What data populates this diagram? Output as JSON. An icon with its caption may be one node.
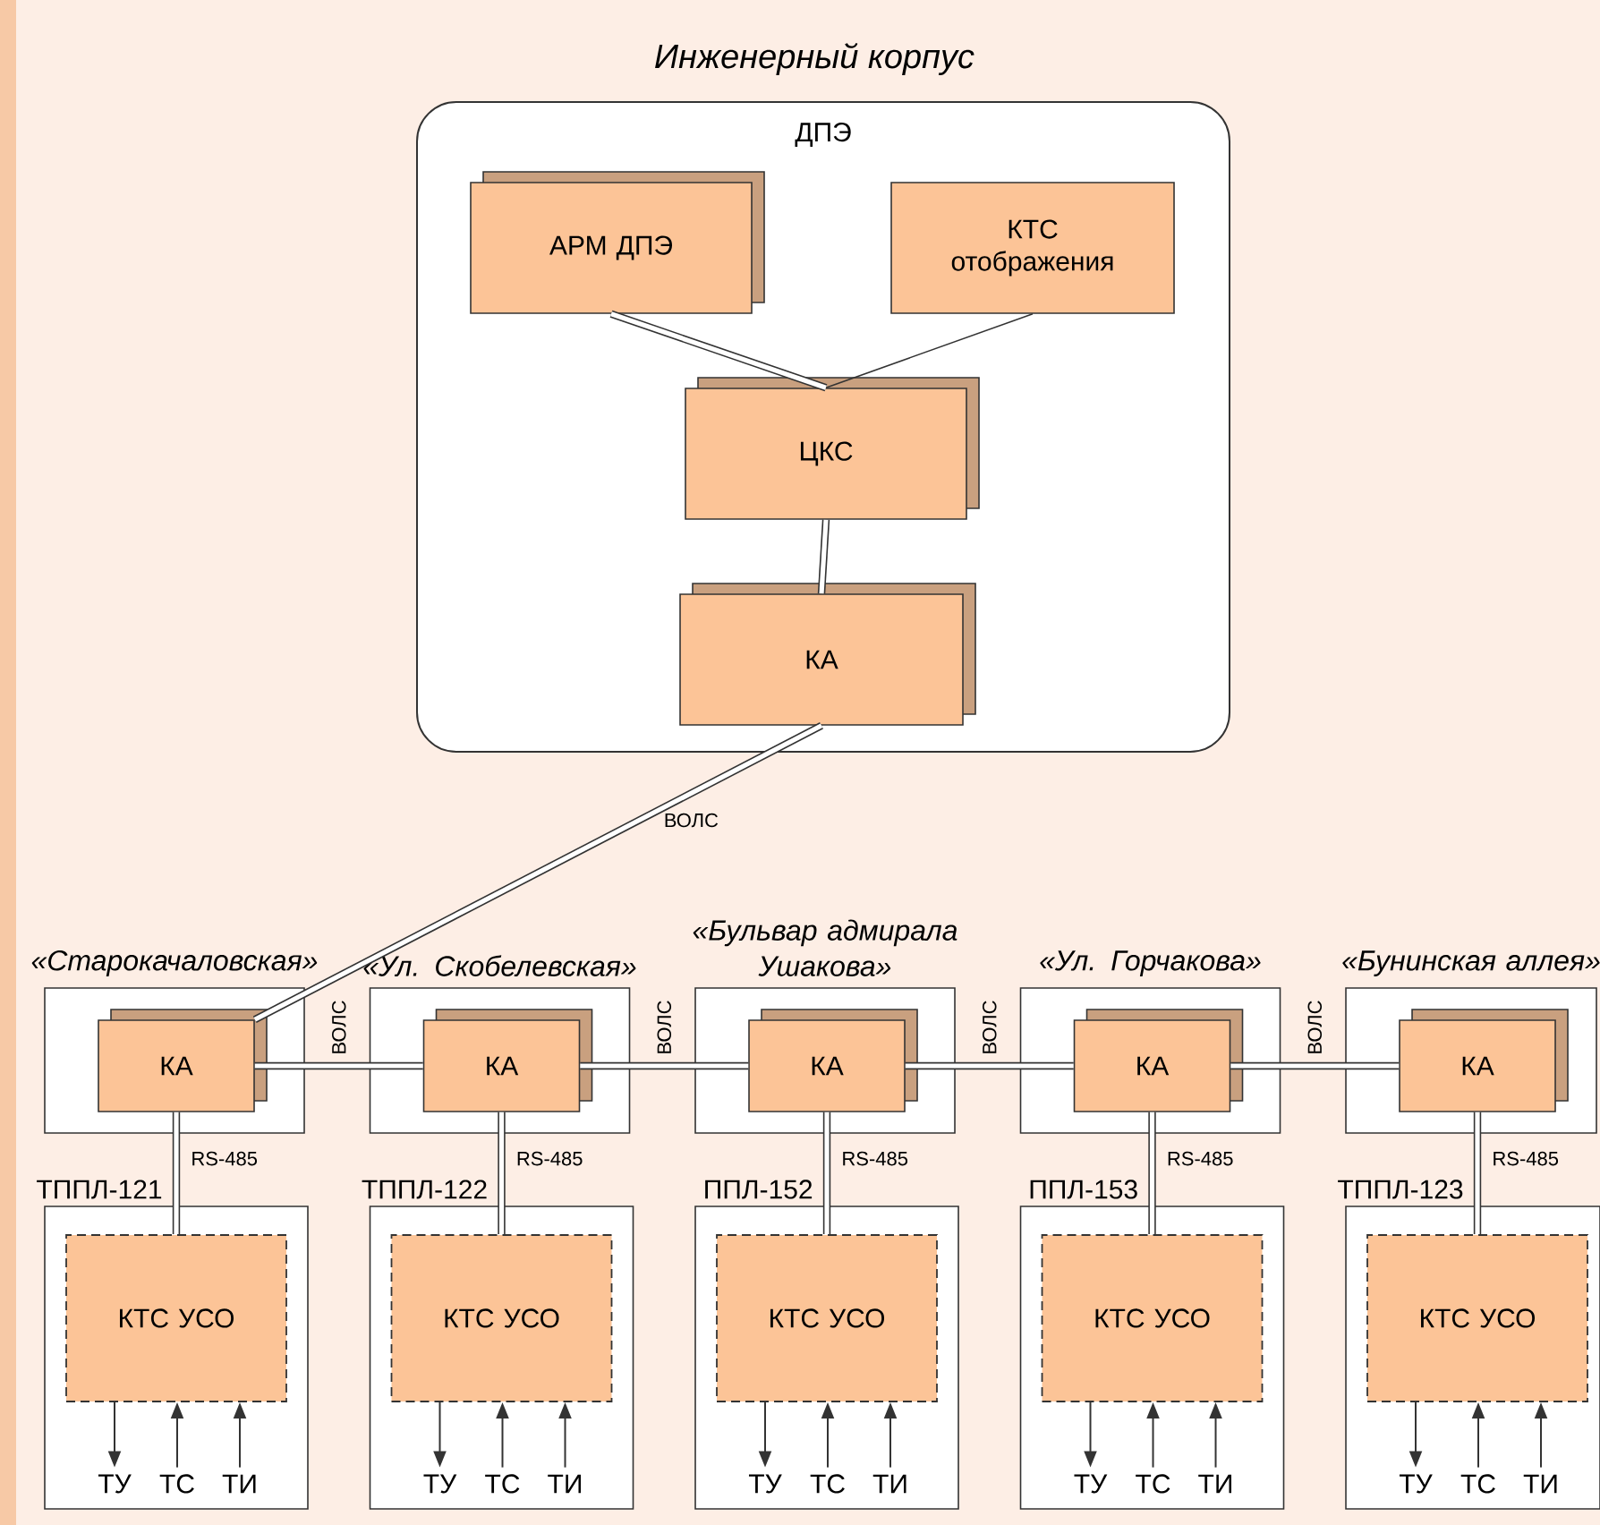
{
  "diagram": {
    "title": "Инженерный корпус",
    "nodes": [
      {
        "text": [
          "ДПЭ"
        ]
      },
      {
        "text": [
          "АРМ ДПЭ"
        ],
        "in": 0
      },
      {
        "text": [
          "КТС отображения"
        ],
        "in": 0
      },
      {
        "text": [
          "ЦКС"
        ],
        "in": 0
      },
      {
        "text": [
          "КА"
        ],
        "in": 0
      },
      {
        "text": [
          "«Старокачаловская»"
        ]
      },
      {
        "text": [
          "КА"
        ],
        "in": 5
      },
      {
        "text": [
          "ТППЛ-121"
        ]
      },
      {
        "text": [
          "КТС УСО"
        ],
        "in": 7
      },
      {
        "text": [
          "ТУ"
        ],
        "in": 7
      },
      {
        "text": [
          "ТС"
        ],
        "in": 7
      },
      {
        "text": [
          "ТИ"
        ],
        "in": 7
      },
      {
        "text": [
          "«Ул. Скобелевская»"
        ]
      },
      {
        "text": [
          "КА"
        ],
        "in": 12
      },
      {
        "text": [
          "ТППЛ-122"
        ]
      },
      {
        "text": [
          "КТС УСО"
        ],
        "in": 14
      },
      {
        "text": [
          "ТУ"
        ],
        "in": 14
      },
      {
        "text": [
          "ТС"
        ],
        "in": 14
      },
      {
        "text": [
          "ТИ"
        ],
        "in": 14
      },
      {
        "text": [
          "«Бульвар адмирала Ушакова»"
        ]
      },
      {
        "text": [
          "КА"
        ],
        "in": 19
      },
      {
        "text": [
          "ППЛ-152"
        ]
      },
      {
        "text": [
          "КТС УСО"
        ],
        "in": 21
      },
      {
        "text": [
          "ТУ"
        ],
        "in": 21
      },
      {
        "text": [
          "ТС"
        ],
        "in": 21
      },
      {
        "text": [
          "ТИ"
        ],
        "in": 21
      },
      {
        "text": [
          "«Ул. Горчакова»"
        ]
      },
      {
        "text": [
          "КА"
        ],
        "in": 26
      },
      {
        "text": [
          "ППЛ-153"
        ]
      },
      {
        "text": [
          "КТС УСО"
        ],
        "in": 28
      },
      {
        "text": [
          "ТУ"
        ],
        "in": 28
      },
      {
        "text": [
          "ТС"
        ],
        "in": 28
      },
      {
        "text": [
          "ТИ"
        ],
        "in": 28
      },
      {
        "text": [
          "«Бунинская аллея»"
        ]
      },
      {
        "text": [
          "КА"
        ],
        "in": 33
      },
      {
        "text": [
          "ТППЛ-123"
        ]
      },
      {
        "text": [
          "КТС УСО"
        ],
        "in": 35
      },
      {
        "text": [
          "ТУ"
        ],
        "in": 35
      },
      {
        "text": [
          "ТС"
        ],
        "in": 35
      },
      {
        "text": [
          "ТИ"
        ],
        "in": 35
      }
    ],
    "edges": [
      {
        "from": 1,
        "to": 3,
        "arrow": "none",
        "style": "thick"
      },
      {
        "from": 2,
        "to": 3,
        "arrow": "none"
      },
      {
        "from": 3,
        "to": 4,
        "arrow": "none",
        "style": "thick"
      },
      {
        "from": 4,
        "to": 6,
        "arrow": "none",
        "label": "ВОЛС",
        "style": "thick"
      },
      {
        "from": 6,
        "to": 13,
        "arrow": "none",
        "label": "ВОЛС",
        "style": "thick"
      },
      {
        "from": 13,
        "to": 20,
        "arrow": "none",
        "label": "ВОЛС",
        "style": "thick"
      },
      {
        "from": 20,
        "to": 27,
        "arrow": "none",
        "label": "ВОЛС",
        "style": "thick"
      },
      {
        "from": 27,
        "to": 34,
        "arrow": "none",
        "label": "ВОЛС",
        "style": "thick"
      },
      {
        "from": 6,
        "to": 8,
        "arrow": "none",
        "label": "RS-485",
        "style": "thick"
      },
      {
        "from": 8,
        "to": 9,
        "arrow": "to"
      },
      {
        "from": 10,
        "to": 8,
        "arrow": "to"
      },
      {
        "from": 11,
        "to": 8,
        "arrow": "to"
      },
      {
        "from": 13,
        "to": 15,
        "arrow": "none",
        "label": "RS-485",
        "style": "thick"
      },
      {
        "from": 15,
        "to": 16,
        "arrow": "to"
      },
      {
        "from": 17,
        "to": 15,
        "arrow": "to"
      },
      {
        "from": 18,
        "to": 15,
        "arrow": "to"
      },
      {
        "from": 20,
        "to": 22,
        "arrow": "none",
        "label": "RS-485",
        "style": "thick"
      },
      {
        "from": 22,
        "to": 23,
        "arrow": "to"
      },
      {
        "from": 24,
        "to": 22,
        "arrow": "to"
      },
      {
        "from": 25,
        "to": 22,
        "arrow": "to"
      },
      {
        "from": 27,
        "to": 29,
        "arrow": "none",
        "label": "RS-485",
        "style": "thick"
      },
      {
        "from": 29,
        "to": 30,
        "arrow": "to"
      },
      {
        "from": 31,
        "to": 29,
        "arrow": "to"
      },
      {
        "from": 32,
        "to": 29,
        "arrow": "to"
      },
      {
        "from": 34,
        "to": 36,
        "arrow": "none",
        "label": "RS-485",
        "style": "thick"
      },
      {
        "from": 36,
        "to": 37,
        "arrow": "to"
      },
      {
        "from": 38,
        "to": 36,
        "arrow": "to"
      },
      {
        "from": 39,
        "to": 36,
        "arrow": "to"
      }
    ]
  }
}
